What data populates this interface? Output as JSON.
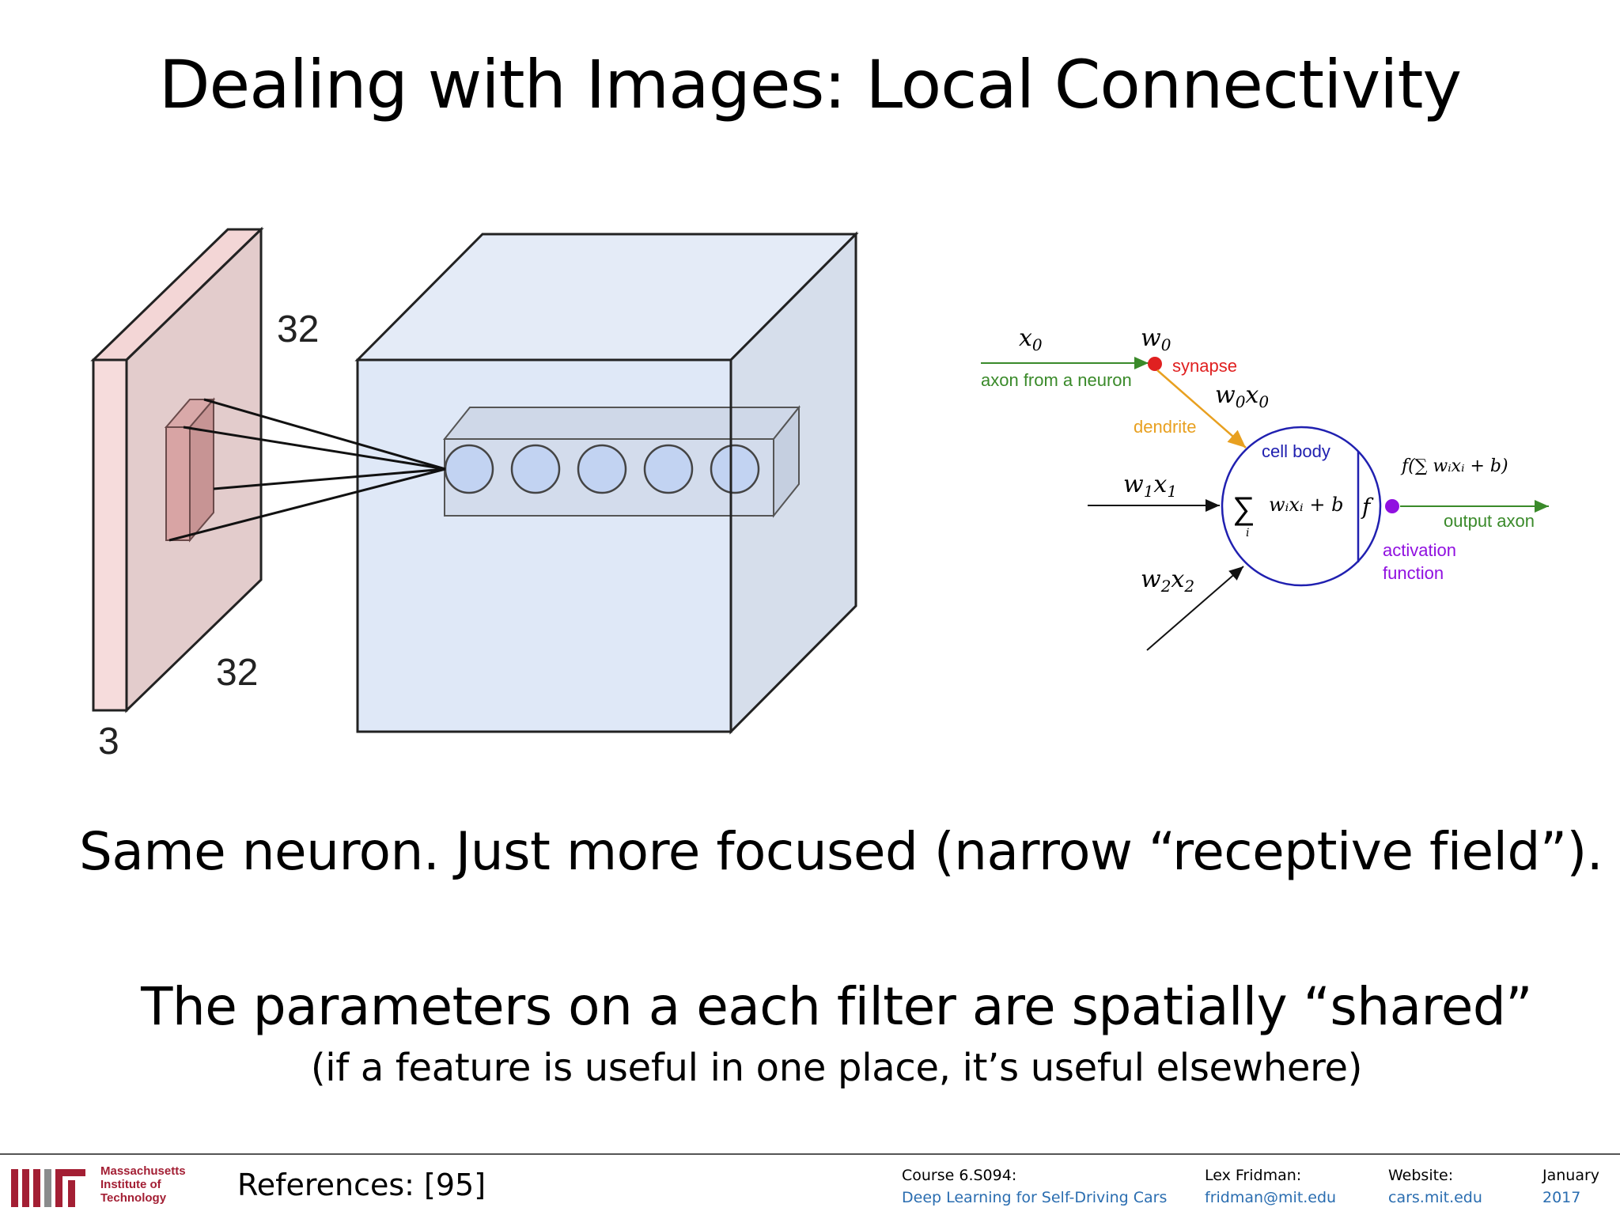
{
  "title": "Dealing with Images: Local Connectivity",
  "volume": {
    "height_label": "32",
    "width_label": "32",
    "depth_label": "3"
  },
  "neuron": {
    "x0": "x",
    "x0_sub": "0",
    "w0": "w",
    "w0_sub": "0",
    "w0x0_a": "w",
    "w0x0_sub_a": "0",
    "w0x0_b": "x",
    "w0x0_sub_b": "0",
    "axon_label": "axon from a neuron",
    "synapse_label": "synapse",
    "dendrite_label": "dendrite",
    "cell_body_label": "cell body",
    "w1x1_a": "w",
    "w1x1_sub_a": "1",
    "w1x1_b": "x",
    "w1x1_sub_b": "1",
    "w2x2_a": "w",
    "w2x2_sub_a": "2",
    "w2x2_b": "x",
    "w2x2_sub_b": "2",
    "sum_symbol": "∑",
    "sum_index": "i",
    "sum_expr": "wᵢxᵢ + b",
    "f_symbol": "f",
    "output_formula": "f(∑ wᵢxᵢ + b)",
    "output_label": "output axon",
    "activation_label_1": "activation",
    "activation_label_2": "function",
    "colors": {
      "axon_green": "#3a8a2a",
      "synapse_red": "#e02020",
      "dendrite_orange": "#e8a020",
      "cell_blue": "#2020b0",
      "activation_purple": "#9010e0"
    }
  },
  "text": {
    "line1": "Same neuron. Just more focused (narrow “receptive field”).",
    "line2": "The parameters on a each filter are spatially “shared”",
    "line3": "(if a feature is useful in one place, it’s useful elsewhere)"
  },
  "footer": {
    "mit_line1": "Massachusetts",
    "mit_line2": "Institute of",
    "mit_line3": "Technology",
    "references": "References: [95]",
    "course_label": "Course 6.S094:",
    "course_name": "Deep Learning for Self-Driving Cars",
    "author_label": "Lex Fridman:",
    "author_email": "fridman@mit.edu",
    "website_label": "Website:",
    "website_url": "cars.mit.edu",
    "date_month": "January",
    "date_year": "2017"
  }
}
